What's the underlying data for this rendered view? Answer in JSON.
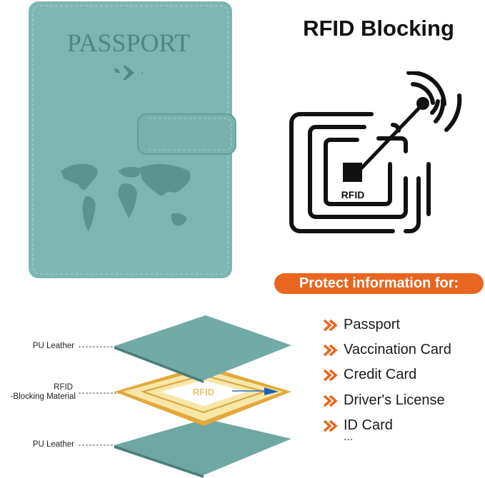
{
  "product": {
    "cover_text": "PASSPORT",
    "cover_color": "#7db5b1"
  },
  "rfid_panel": {
    "title": "RFID Blocking",
    "chip_label": "RFID"
  },
  "protect": {
    "heading": "Protect information for:",
    "accent_color": "#e8661f",
    "items": [
      "Passport",
      "Vaccination Card",
      "Credit Card",
      "Driver's License",
      "ID Card"
    ],
    "more": "..."
  },
  "layers": {
    "top": "PU Leather",
    "middle_line1": "RFID",
    "middle_line2": "-Blocking Material",
    "bottom": "PU Leather",
    "chip_text": "RFID"
  }
}
